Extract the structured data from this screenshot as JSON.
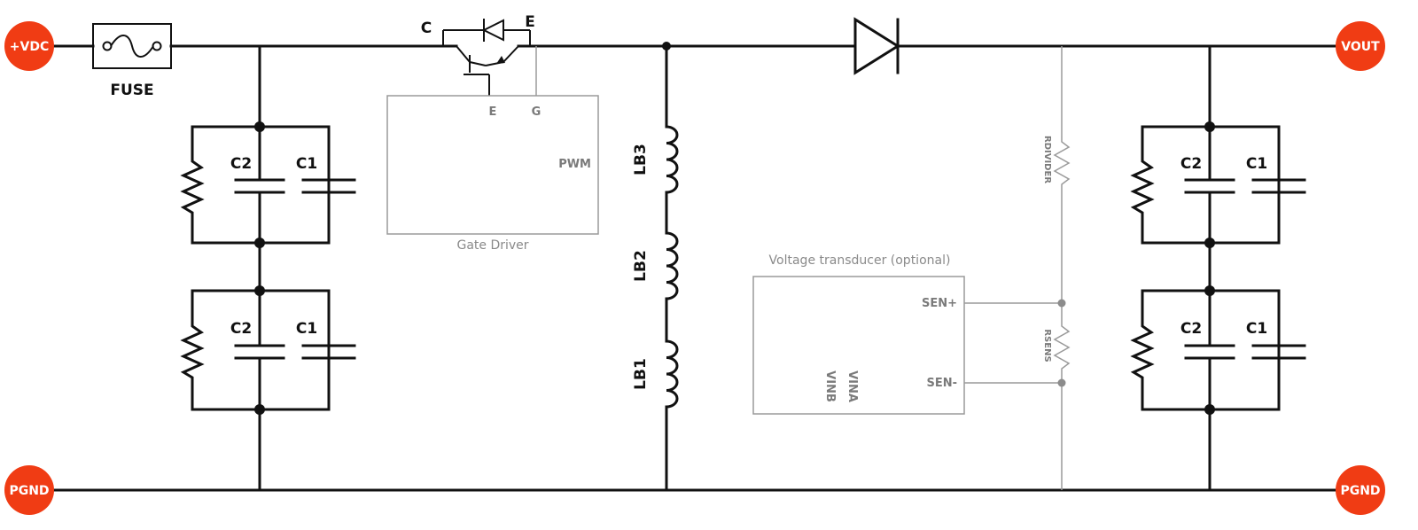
{
  "terminals": {
    "vin": "+VDC",
    "vout": "VOUT",
    "pgnd_left": "PGND",
    "pgnd_right": "PGND"
  },
  "fuse": {
    "label": "FUSE"
  },
  "igbt": {
    "collector": "C",
    "emitter": "E"
  },
  "gate_driver": {
    "title": "Gate Driver",
    "pin_e": "E",
    "pin_g": "G",
    "pin_pwm": "PWM"
  },
  "inductors": [
    "LB3",
    "LB2",
    "LB1"
  ],
  "input_caps": {
    "upper": {
      "c2": "C2",
      "c1": "C1"
    },
    "lower": {
      "c2": "C2",
      "c1": "C1"
    }
  },
  "output_caps": {
    "upper": {
      "c2": "C2",
      "c1": "C1"
    },
    "lower": {
      "c2": "C2",
      "c1": "C1"
    }
  },
  "transducer": {
    "title": "Voltage transducer (optional)",
    "sen_plus": "SEN+",
    "sen_minus": "SEN-",
    "vina": "VINA",
    "vinb": "VINB"
  },
  "resistors": {
    "divider": "RDIVIDER",
    "sens": "RSENS"
  },
  "colors": {
    "wire": "#111111",
    "signal": "#9a9a9a",
    "terminal": "#f03c14",
    "terminal_text": "#ffffff"
  }
}
